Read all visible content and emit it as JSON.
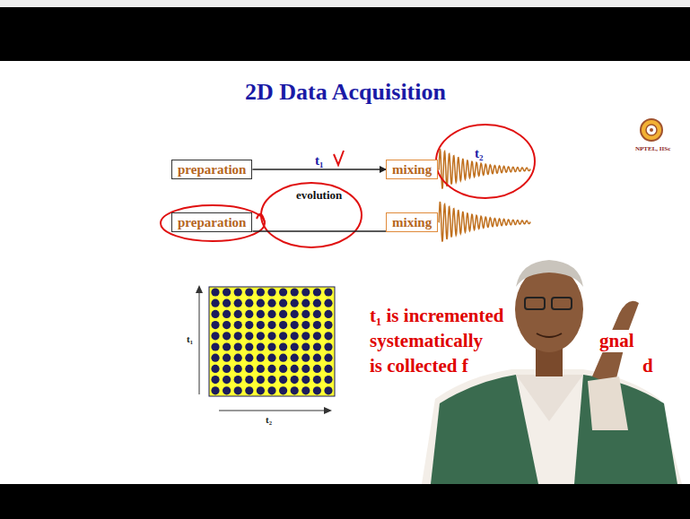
{
  "diagram": {
    "title": "2D Data Acquisition",
    "nodes": [
      {
        "text": [
          "preparation"
        ]
      },
      {
        "text": [
          "mixing"
        ]
      },
      {
        "text": [
          "preparation"
        ]
      },
      {
        "text": [
          "mixing"
        ]
      }
    ],
    "edges": [
      {
        "from": 0,
        "to": 1,
        "arrow": "to",
        "label": "t₁"
      },
      {
        "from": 2,
        "to": 3,
        "arrow": "none"
      }
    ],
    "labels": [
      "t₂",
      "evolution",
      "t₁",
      "t₂",
      "t₁ is incremented",
      "systematically",
      "gnal",
      "is collected f",
      "d",
      "NPTEL, IISc"
    ]
  }
}
